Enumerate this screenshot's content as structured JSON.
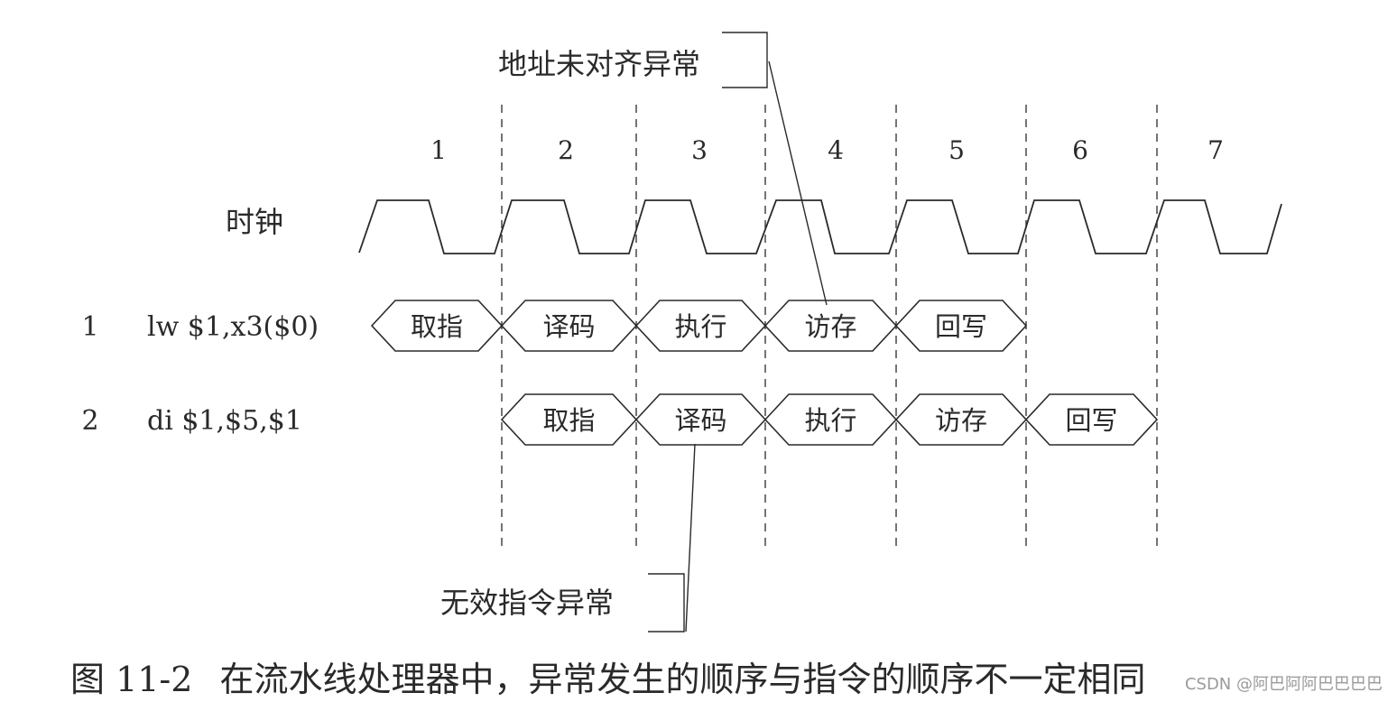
{
  "annotations": {
    "top": "地址未对齐异常",
    "bottom": "无效指令异常"
  },
  "cycles": [
    "1",
    "2",
    "3",
    "4",
    "5",
    "6",
    "7"
  ],
  "clock_label": "时钟",
  "instructions": [
    {
      "index": "1",
      "code": "lw $1,x3($0)",
      "stages": [
        "取指",
        "译码",
        "执行",
        "访存",
        "回写"
      ]
    },
    {
      "index": "2",
      "code": "di $1,$5,$1",
      "stages": [
        "取指",
        "译码",
        "执行",
        "访存",
        "回写"
      ]
    }
  ],
  "caption": {
    "number": "图 11-2",
    "text": "在流水线处理器中，异常发生的顺序与指令的顺序不一定相同"
  },
  "watermark": "CSDN @阿巴阿阿巴巴巴巴",
  "colors": {
    "line": "#2a2a2a",
    "background": "#ffffff"
  }
}
